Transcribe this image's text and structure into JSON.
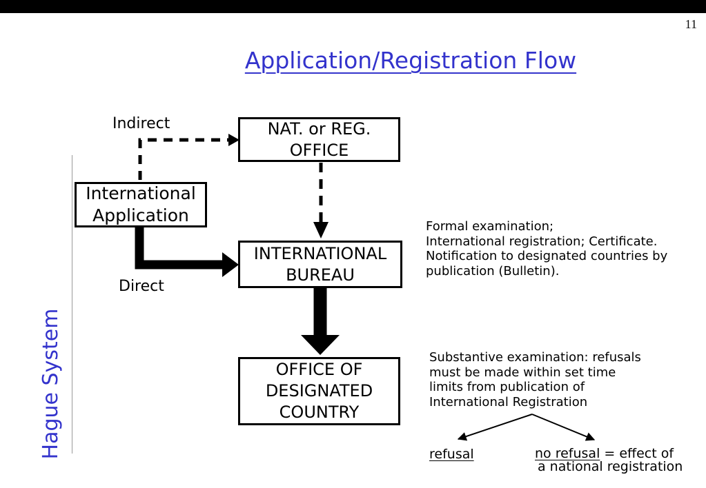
{
  "page": {
    "slide_number": "11",
    "title": "Application/Registration Flow",
    "side_label": "Hague System"
  },
  "colors": {
    "accent_blue": "#3333cc",
    "line_black": "#000000",
    "rule_gray": "#999999",
    "background": "#ffffff",
    "topbar": "#000000"
  },
  "flow": {
    "labels": {
      "indirect": "Indirect",
      "direct": "Direct"
    },
    "boxes": [
      {
        "id": "nat-reg-office",
        "lines": [
          "NAT. or REG.",
          "OFFICE"
        ]
      },
      {
        "id": "international-application",
        "lines": [
          "International",
          "Application"
        ]
      },
      {
        "id": "international-bureau",
        "lines": [
          "INTERNATIONAL",
          "BUREAU"
        ]
      },
      {
        "id": "office-of-designated-country",
        "lines": [
          "OFFICE OF",
          "DESIGNATED",
          "COUNTRY"
        ]
      }
    ]
  },
  "annotations": {
    "bureau_note": [
      "Formal examination;",
      "International registration; Certificate.",
      "Notification to designated countries by",
      "publication (Bulletin)."
    ],
    "designated_note": [
      "Substantive examination: refusals",
      "must be made within set time",
      "limits from publication of",
      "International Registration"
    ],
    "refusal_label": "refusal",
    "no_refusal_label": "no refusal",
    "no_refusal_suffix": " = effect of",
    "no_refusal_line2": "a national registration"
  }
}
